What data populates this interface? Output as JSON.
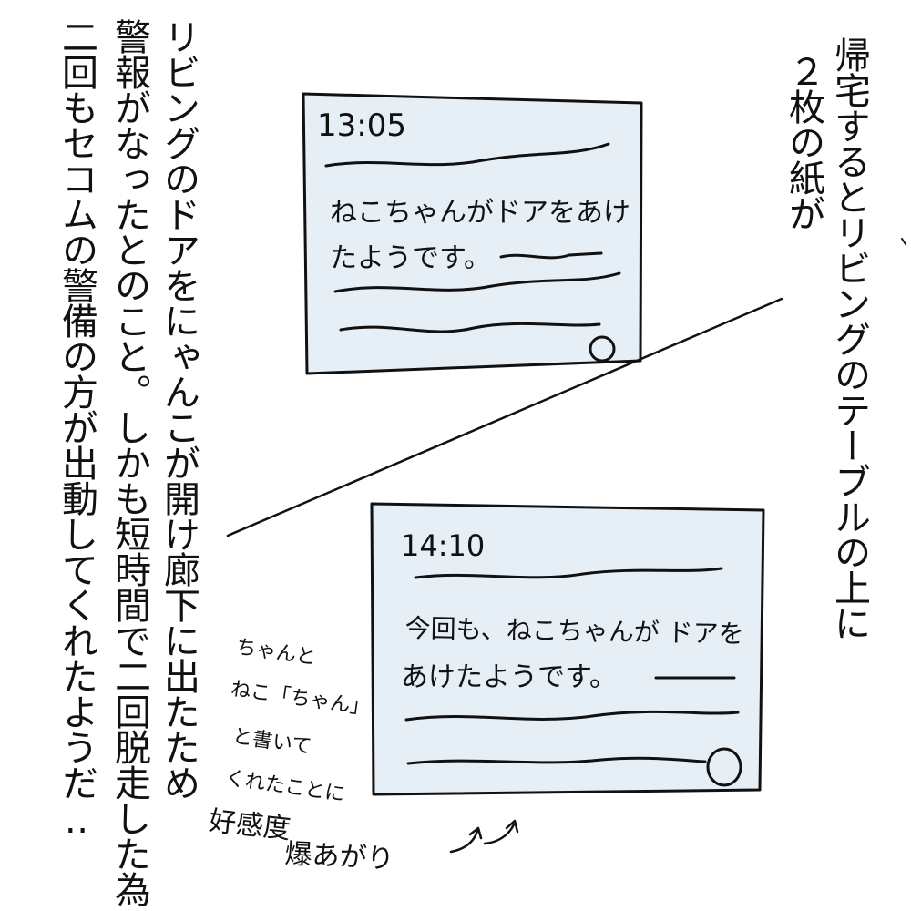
{
  "narration": {
    "col1": "帰宅するとリビングのテーブルの上に",
    "col2": "２枚の紙が",
    "col3": "リビングのドアをにゃんこが開け廊下に出たため",
    "col4": "警報がなったとのこと。しかも短時間で二回脱走した為",
    "col5": "二回もセコムの警備の方が出動してくれたようだ‥"
  },
  "note1": {
    "time": "13:05",
    "line1": "ねこちゃんがドアをあけ",
    "line2": "たようです。"
  },
  "note2": {
    "time": "14:10",
    "line1": "今回も、ねこちゃんが ドアを",
    "line2": "あけたようです。"
  },
  "annotation": {
    "line1": "ちゃんと",
    "line2": "ねこ「ちゃん」",
    "line3": "と書いて",
    "line4": "くれたことに",
    "line5": "好感度",
    "line6": "爆あがり"
  },
  "colors": {
    "paper": "#e6eef6",
    "ink": "#111111"
  }
}
